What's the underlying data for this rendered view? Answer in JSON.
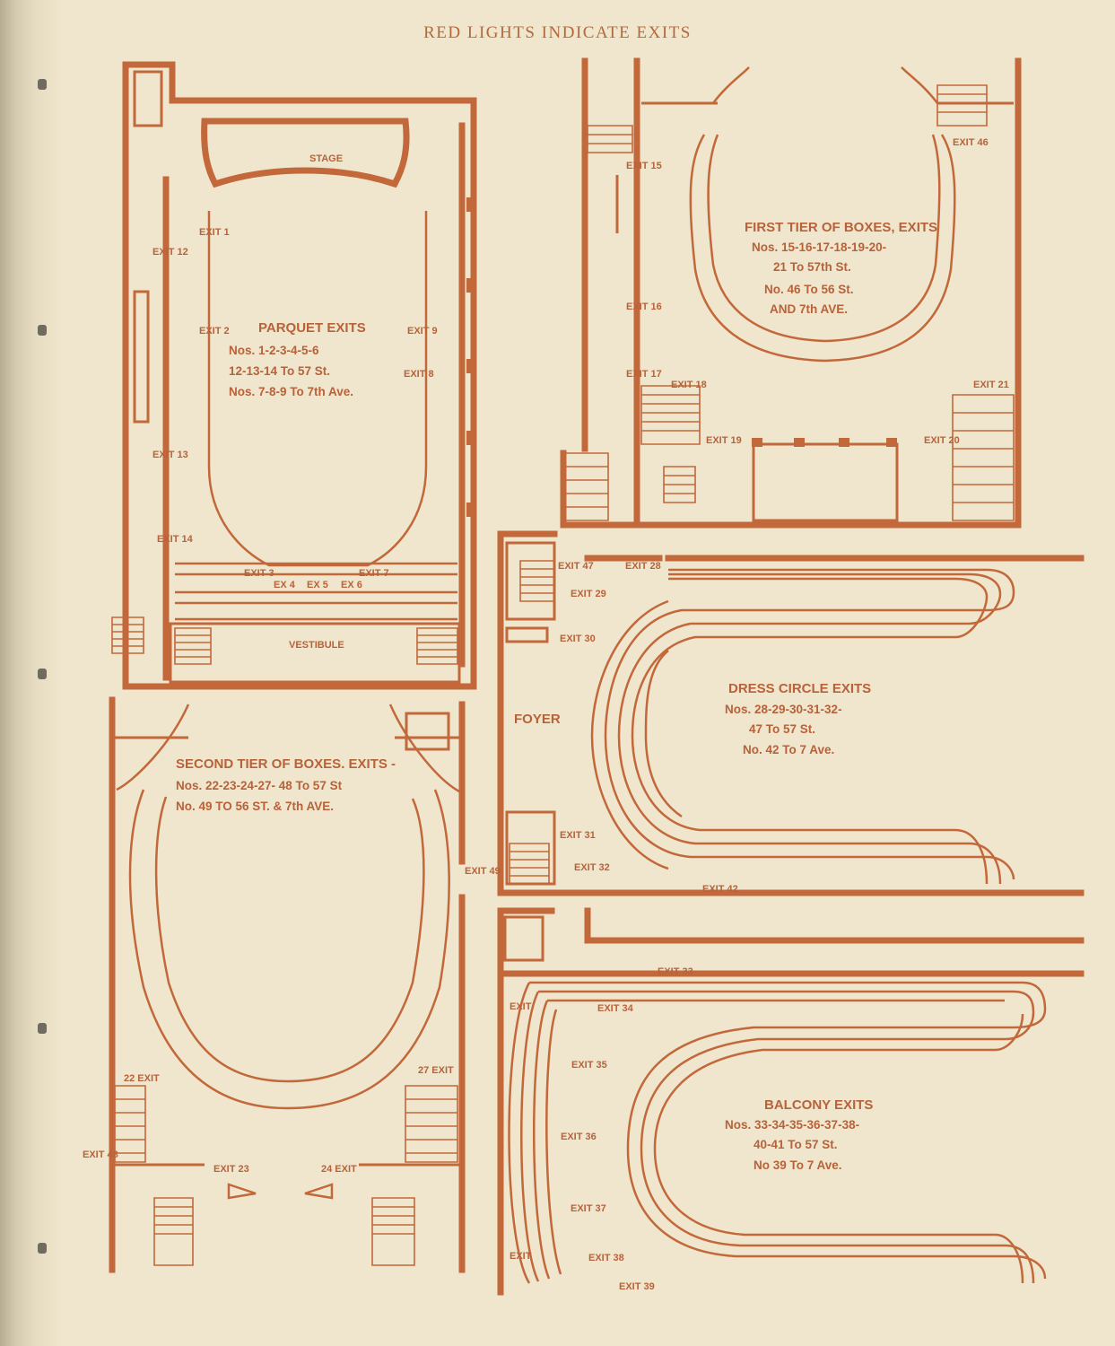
{
  "header": "RED LIGHTS INDICATE EXITS",
  "parquet": {
    "stage": "STAGE",
    "vestibule": "VESTIBULE",
    "title": "PARQUET EXITS",
    "lines": [
      "Nos. 1-2-3-4-5-6",
      "12-13-14 To 57 St.",
      "Nos. 7-8-9 To 7th Ave."
    ],
    "exits": {
      "e1": "EXIT 1",
      "e2": "EXIT 2",
      "e3": "EXIT 3",
      "e4": "EX 4",
      "e5": "EX 5",
      "e6": "EX 6",
      "e7": "EXIT 7",
      "e8": "EXIT 8",
      "e9": "EXIT 9",
      "e12": "EXIT 12",
      "e13": "EXIT 13",
      "e14": "EXIT 14"
    }
  },
  "first_tier": {
    "title": "FIRST TIER OF BOXES, EXITS",
    "lines": [
      "Nos. 15-16-17-18-19-20-",
      "21 To 57th St.",
      "No. 46 To 56 St.",
      "AND 7th AVE."
    ],
    "exits": {
      "e15": "EXIT 15",
      "e16": "EXIT 16",
      "e17": "EXIT 17",
      "e18": "EXIT 18",
      "e19": "EXIT 19",
      "e20": "EXIT 20",
      "e21": "EXIT 21",
      "e46": "EXIT 46"
    }
  },
  "dress_circle": {
    "title": "DRESS CIRCLE EXITS",
    "lines": [
      "Nos. 28-29-30-31-32-",
      "47 To 57 St.",
      "No. 42 To 7 Ave."
    ],
    "foyer": "FOYER",
    "exits": {
      "e28": "EXIT 28",
      "e29": "EXIT 29",
      "e30": "EXIT 30",
      "e31": "EXIT 31",
      "e32": "EXIT 32",
      "e42": "EXIT 42",
      "e47": "EXIT 47"
    }
  },
  "second_tier": {
    "title": "SECOND TIER OF BOXES. EXITS -",
    "lines": [
      "Nos. 22-23-24-27- 48 To 57 St",
      "No. 49 TO 56 ST. & 7th AVE."
    ],
    "exits": {
      "e22": "22 EXIT",
      "e23": "EXIT 23",
      "e24": "24 EXIT",
      "e27": "27 EXIT",
      "e48": "EXIT 48",
      "e49": "EXIT 49"
    }
  },
  "balcony": {
    "title": "BALCONY EXITS",
    "lines": [
      "Nos. 33-34-35-36-37-38-",
      "40-41 To 57 St.",
      "No 39 To 7 Ave."
    ],
    "exits": {
      "e33": "EXIT 33",
      "e34": "EXIT 34",
      "e35": "EXIT 35",
      "e36": "EXIT 36",
      "e37": "EXIT 37",
      "e38": "EXIT 38",
      "e39": "EXIT 39",
      "e40": "EXIT",
      "e41": "EXIT"
    }
  }
}
